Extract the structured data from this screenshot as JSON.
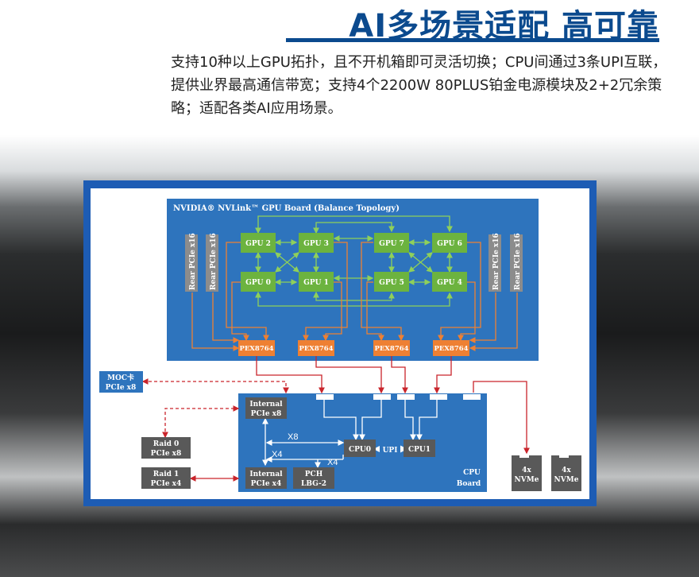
{
  "hero": {
    "title": "AI多场景适配 高可靠",
    "description": "支持10种以上GPU拓扑，且不开机箱即可灵活切换；CPU间通过3条UPI互联，提供业界最高通信带宽；支持4个2200W 80PLUS铂金电源模块及2+2冗余策略；适配各类AI应用场景。"
  },
  "colors": {
    "brand_blue": "#0b4a8e",
    "board_blue": "#2e74bd",
    "gpu_green": "#6cb33f",
    "pex_orange": "#ee8033",
    "gray_box": "#595959",
    "red_line": "#c9242b"
  },
  "diagram": {
    "gpu_board_title": "NVIDIA® NVLink™ GPU Board (Balance Topology)",
    "gpus": [
      "GPU 2",
      "GPU 3",
      "GPU 0",
      "GPU 1",
      "GPU 7",
      "GPU 6",
      "GPU 5",
      "GPU 4"
    ],
    "pex": [
      "PEX8764",
      "PEX8764",
      "PEX8764",
      "PEX8764"
    ],
    "rear_slots": [
      "Rear PCIe x16",
      "Rear PCIe x16",
      "Rear PCIe x16",
      "Rear PCIe x16"
    ],
    "moc": {
      "line1": "MOC卡",
      "line2": "PCIe x8"
    },
    "raid0": {
      "line1": "Raid 0",
      "line2": "PCIe x8"
    },
    "raid1": {
      "line1": "Raid 1",
      "line2": "PCIe x4"
    },
    "internal_x8": {
      "line1": "Internal",
      "line2": "PCIe x8"
    },
    "internal_x4": {
      "line1": "Internal",
      "line2": "PCIe x4"
    },
    "pch": {
      "line1": "PCH",
      "line2": "LBG-2"
    },
    "cpu0": "CPU0",
    "cpu1": "CPU1",
    "upi": "UPI",
    "cpu_board": {
      "line1": "CPU",
      "line2": "Board"
    },
    "label_x8": "X8",
    "label_x4a": "X4",
    "label_x4b": "X4",
    "nvme_left": {
      "line1": "4x",
      "line2": "NVMe"
    },
    "nvme_right": {
      "line1": "4x",
      "line2": "NVMe"
    }
  }
}
